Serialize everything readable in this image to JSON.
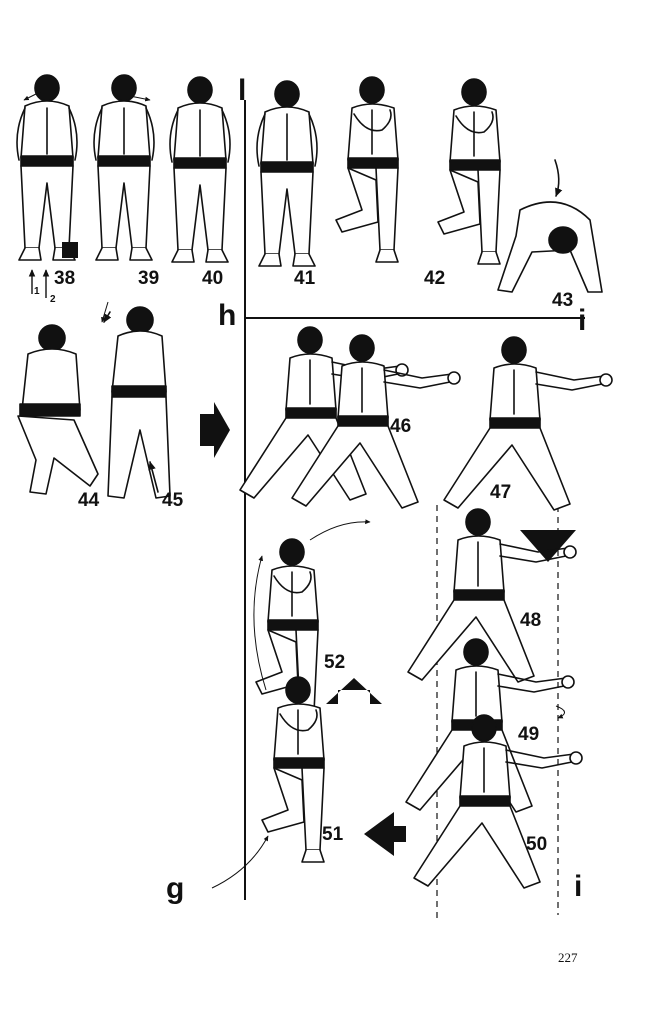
{
  "page_number": "227",
  "section_markers": {
    "l": "l",
    "h": "h",
    "i_top": "i",
    "g": "g",
    "i_bottom": "i"
  },
  "step_labels": {
    "s38": "38",
    "s39": "39",
    "s40": "40",
    "s41": "41",
    "s42": "42",
    "s43": "43",
    "s44": "44",
    "s45": "45",
    "s46": "46",
    "s47": "47",
    "s48": "48",
    "s49": "49",
    "s50": "50",
    "s51": "51",
    "s52": "52"
  },
  "foot_arrow_labels": {
    "a1": "1",
    "a2": "2"
  },
  "direction_arrows": [
    {
      "name": "arrow-right-icon",
      "meaning": "right"
    },
    {
      "name": "arrow-down-icon",
      "meaning": "down"
    },
    {
      "name": "arrow-up-icon",
      "meaning": "up"
    },
    {
      "name": "arrow-left-icon",
      "meaning": "left"
    }
  ],
  "colors": {
    "ink": "#111111",
    "paper": "#ffffff"
  }
}
